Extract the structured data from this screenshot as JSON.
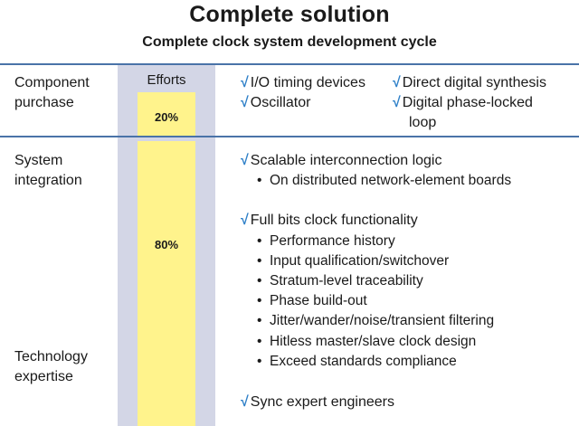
{
  "title": "Complete solution",
  "subtitle": "Complete clock system development cycle",
  "efforts_header": "Efforts",
  "colors": {
    "rule": "#4a73a8",
    "efforts_column": "#d3d6e6",
    "bar": "#fff38c",
    "check": "#2f80c8"
  },
  "icons": {
    "check": "check-icon",
    "bullet": "bullet-icon"
  },
  "check_glyph": "√",
  "bullet_glyph": "•",
  "rows": [
    {
      "labels": [
        "Component",
        "purchase"
      ],
      "effort": "20%",
      "items": [
        "I/O timing devices",
        "Oscillator",
        "Direct digital synthesis",
        "Digital phase-locked",
        "loop"
      ]
    },
    {
      "labels": [
        "System",
        "integration"
      ],
      "effort": "80%",
      "items": [
        "Scalable interconnection logic",
        "On distributed network-element boards",
        "Full bits clock functionality",
        "Performance history",
        "Input qualification/switchover",
        "Stratum-level traceability",
        "Phase build-out",
        "Jitter/wander/noise/transient filtering",
        "Hitless master/slave clock design",
        "Exceed standards compliance",
        "Sync expert engineers"
      ]
    },
    {
      "labels": [
        "Technology",
        "expertise"
      ]
    }
  ]
}
